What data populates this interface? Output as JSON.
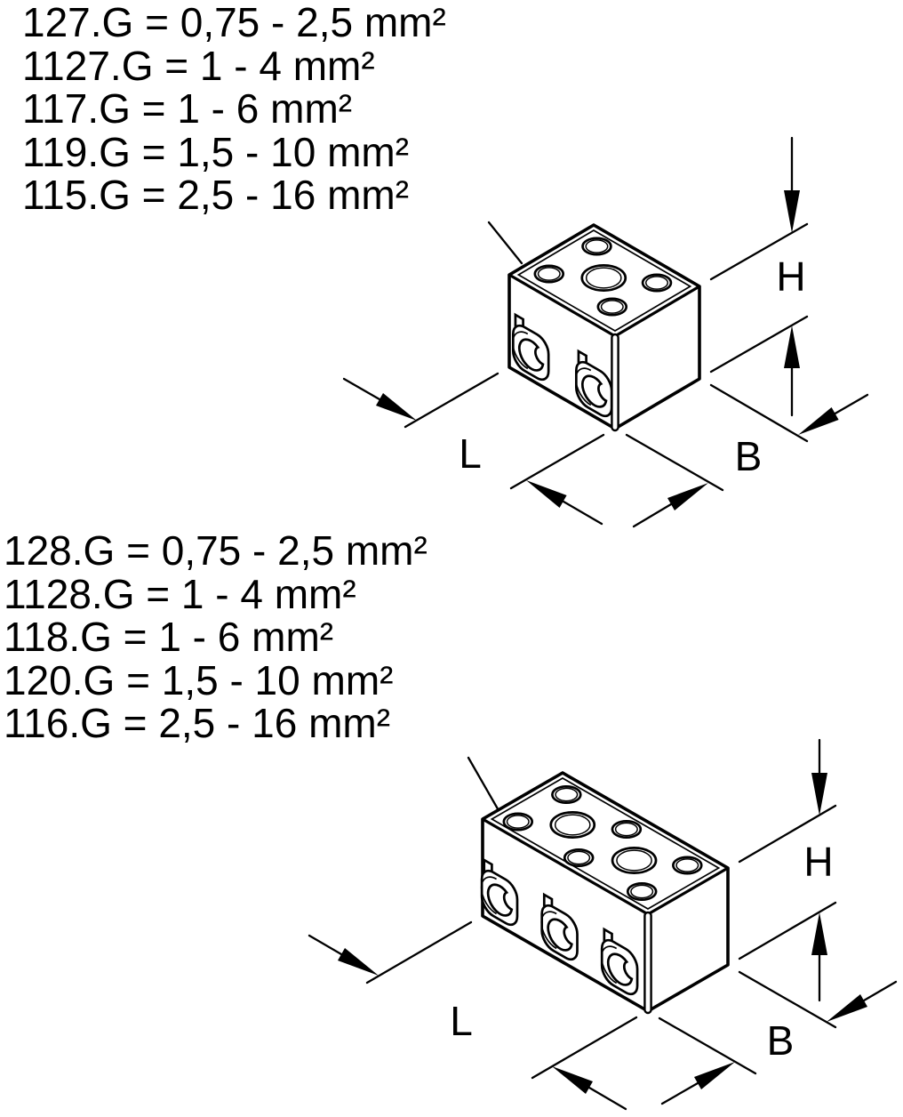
{
  "page": {
    "background": "#ffffff",
    "line_color": "#000000"
  },
  "top_diagram": {
    "specs": [
      "127.G = 0,75 - 2,5 mm²",
      "1127.G = 1 - 4 mm²",
      "117.G = 1 - 6 mm²",
      "119.G = 1,5 - 10 mm²",
      "115.G = 2,5 - 16 mm²"
    ],
    "dim_labels": {
      "length": "L",
      "width": "B",
      "height": "H"
    }
  },
  "bottom_diagram": {
    "specs": [
      "128.G = 0,75 - 2,5 mm²",
      "1128.G = 1 - 4 mm²",
      "118.G = 1 - 6 mm²",
      "120.G = 1,5 - 10 mm²",
      "116.G = 2,5 - 16 mm²"
    ],
    "dim_labels": {
      "length": "L",
      "width": "B",
      "height": "H"
    }
  }
}
